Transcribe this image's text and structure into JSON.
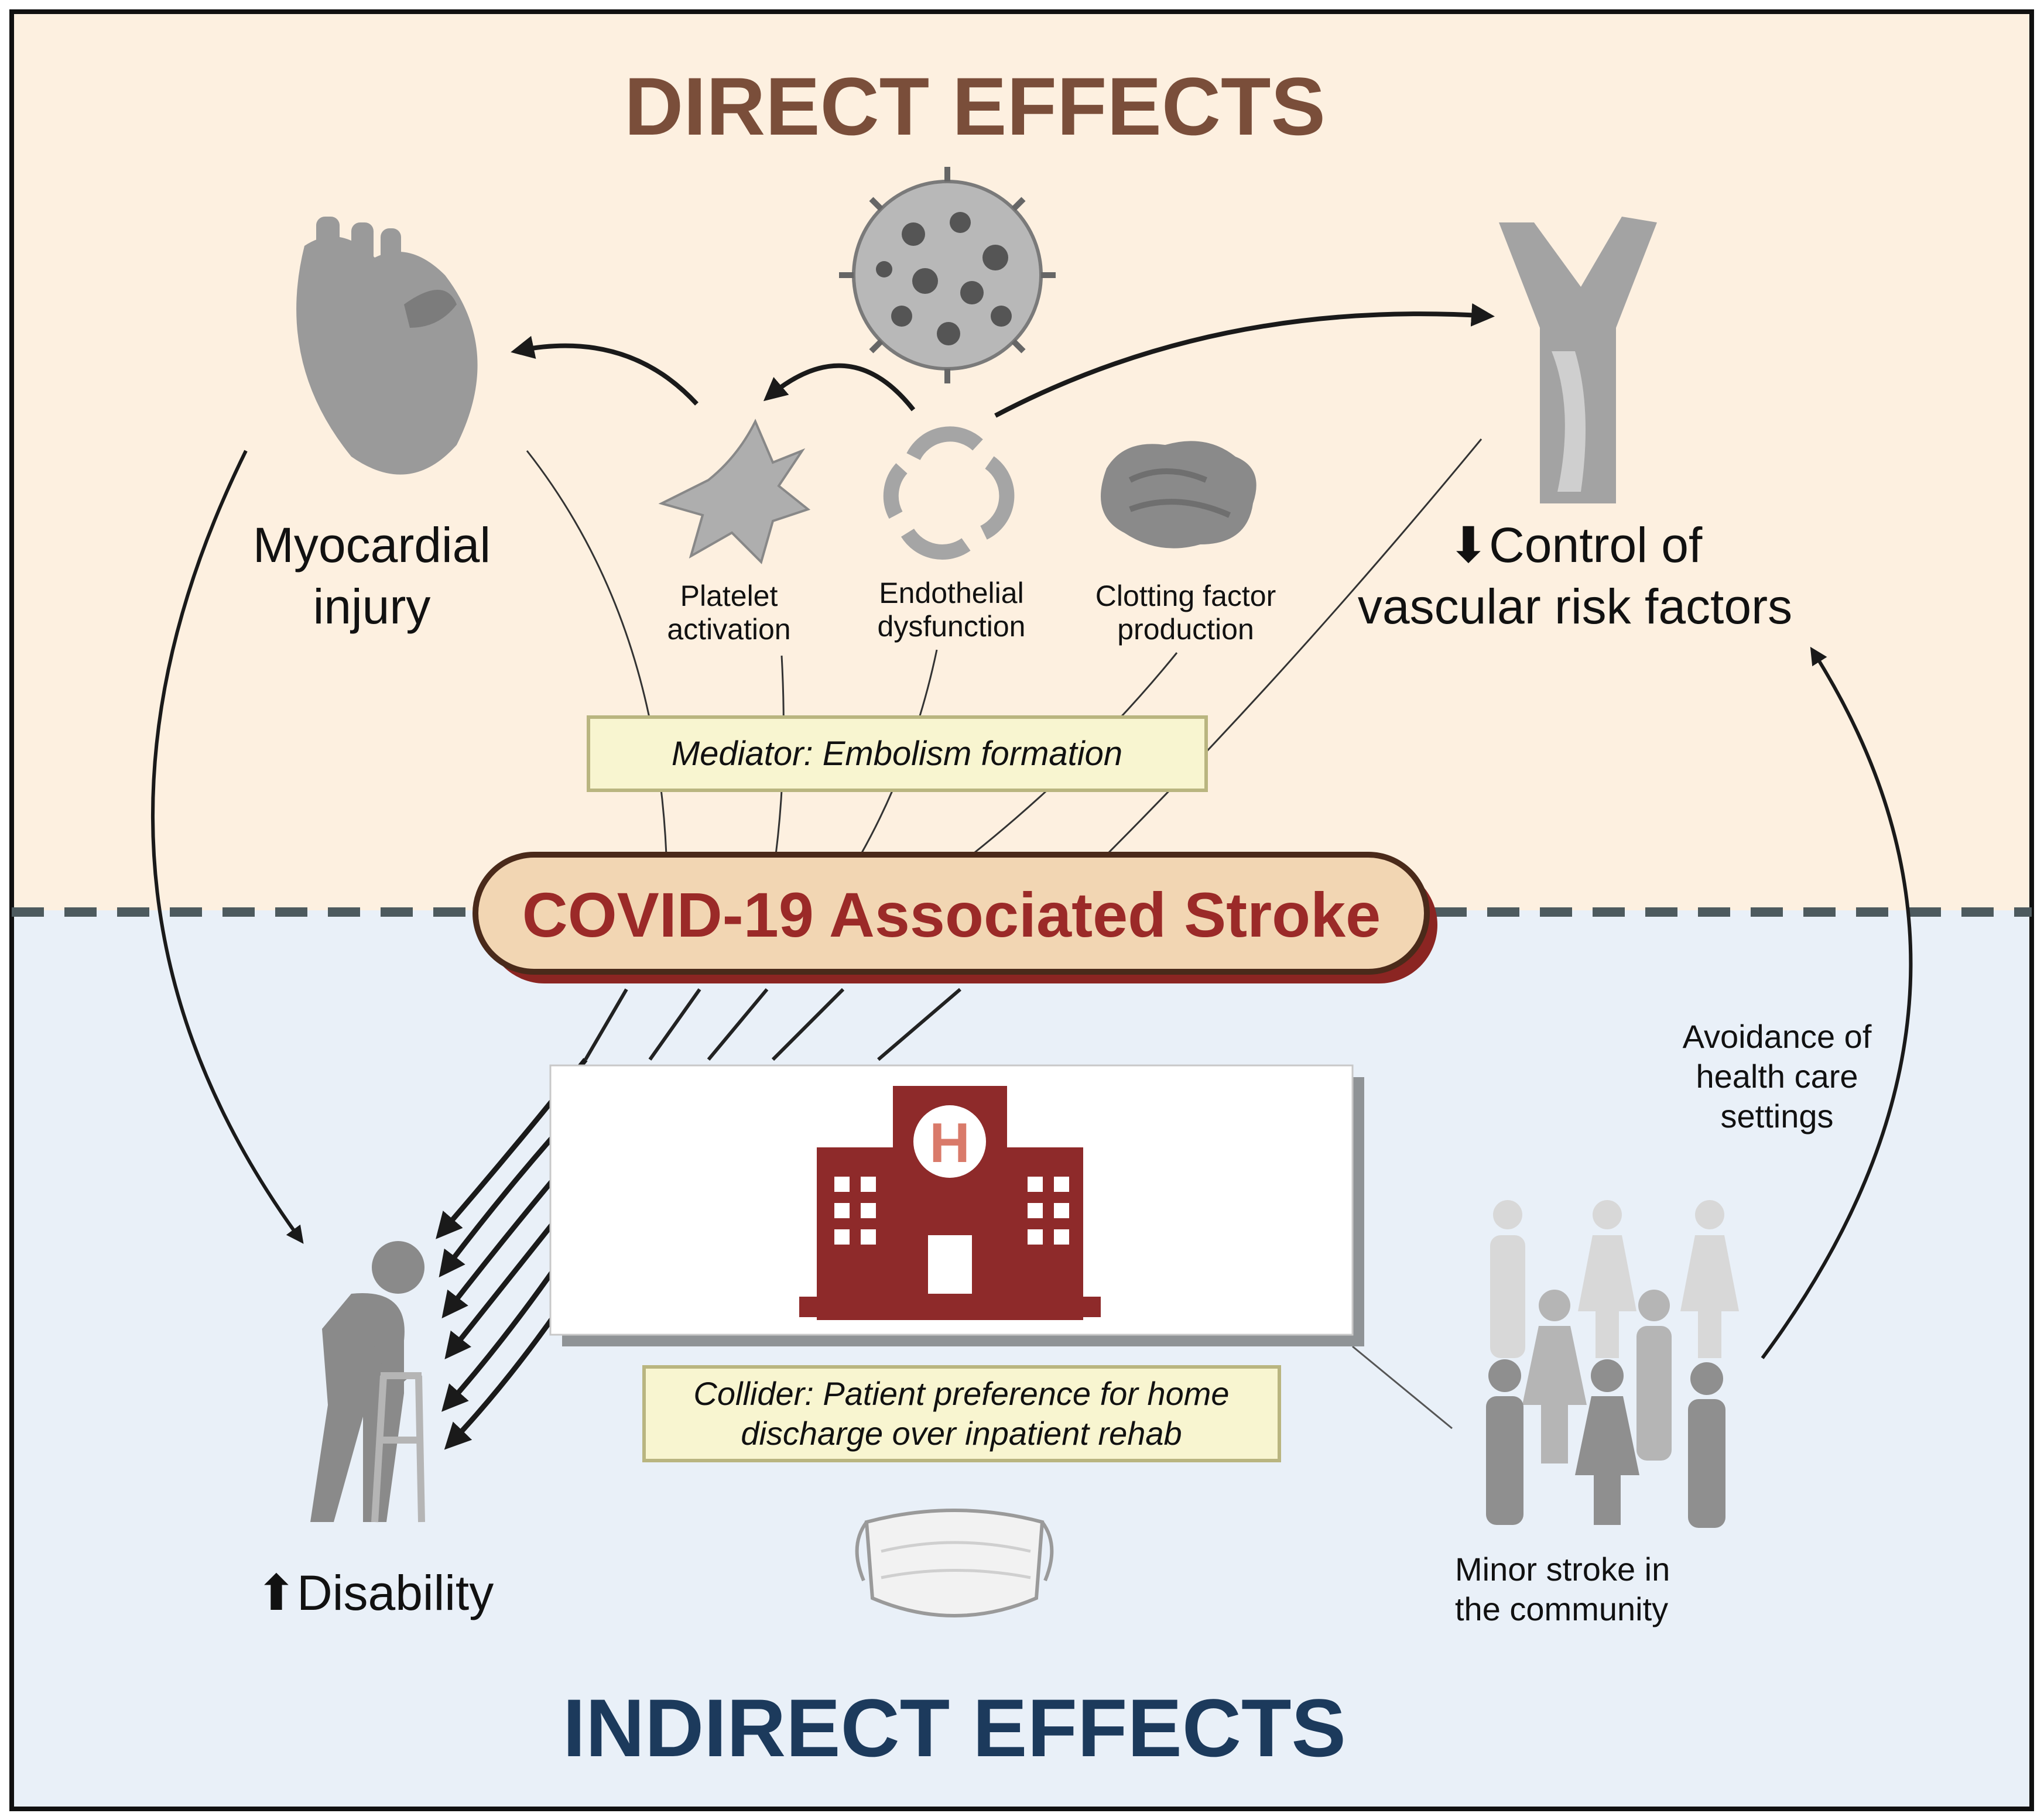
{
  "direct_title": "DIRECT EFFECTS",
  "indirect_title": "INDIRECT EFFECTS",
  "center_label": "COVID-19 Associated Stroke",
  "myocardial": [
    "Myocardial",
    "injury"
  ],
  "vascular": [
    "⬇Control of",
    "vascular risk factors"
  ],
  "platelet": [
    "Platelet",
    "activation"
  ],
  "endothelial": [
    "Endothelial",
    "dysfunction"
  ],
  "clotting": [
    "Clotting factor",
    "production"
  ],
  "mediator": "Mediator: Embolism formation",
  "collider": [
    "Collider: Patient preference for home",
    "discharge over inpatient rehab"
  ],
  "avoidance": [
    "Avoidance of",
    "health care",
    "settings"
  ],
  "minor_stroke": [
    "Minor stroke in",
    "the community"
  ],
  "disability": "⬆Disability",
  "hospital_letter": "H",
  "colors": {
    "direct_bg": "#fdf0e0",
    "indirect_bg": "#e9f0f8",
    "direct_title": "#7a4e3a",
    "indirect_title": "#1c3a5c",
    "stroke_text": "#9b2a28",
    "pill_fill": "#f2d6b3",
    "pill_shadow": "#8b2522",
    "note_fill": "#f8f5d0",
    "note_border": "#b9b580",
    "hospital": "#8e2a2a",
    "icon_gray": "#9a9a9a"
  }
}
